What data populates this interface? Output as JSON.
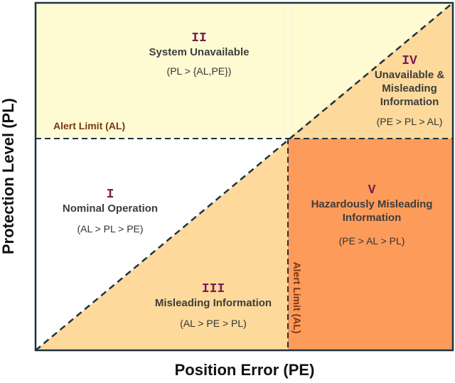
{
  "axes": {
    "x_label": "Position Error (PE)",
    "y_label": "Protection Level (PL)"
  },
  "alert_limit": {
    "horizontal_label": "Alert Limit (AL)",
    "vertical_label": "Alert Limit (AL)"
  },
  "regions": [
    {
      "numeral": "I",
      "title": "Nominal Operation",
      "condition": "(AL > PL > PE)",
      "color": "#ffffff"
    },
    {
      "numeral": "II",
      "title": "System Unavailable",
      "condition": "(PL > {AL,PE})",
      "color": "#fefbd2"
    },
    {
      "numeral": "III",
      "title": "Misleading Information",
      "condition": "(AL > PE > PL)",
      "color": "#fdd99b"
    },
    {
      "numeral": "IV",
      "title_lines": [
        "Unavailable &",
        "Misleading",
        "Information"
      ],
      "condition": "(PE > PL > AL)",
      "color": "#fdd99b"
    },
    {
      "numeral": "V",
      "title_lines": [
        "Hazardously Misleading",
        "Information"
      ],
      "condition": "(PE > AL > PL)",
      "color": "#fd9b5a"
    }
  ],
  "colors": {
    "frame": "#1d3242",
    "dash": "#1d3242",
    "numeral": "#7a1f4e",
    "al_label": "#7a3512"
  }
}
